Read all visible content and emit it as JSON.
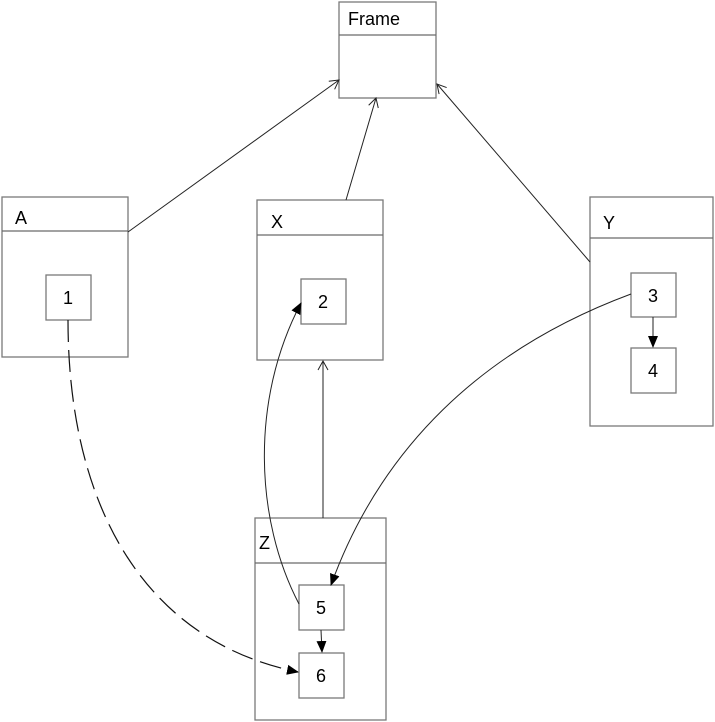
{
  "diagram": {
    "classes": [
      {
        "id": "frame",
        "title": "Frame"
      },
      {
        "id": "a",
        "title": "A"
      },
      {
        "id": "x",
        "title": "X"
      },
      {
        "id": "y",
        "title": "Y"
      },
      {
        "id": "z",
        "title": "Z"
      }
    ],
    "nodes": [
      {
        "id": "n1",
        "label": "1",
        "parent": "A"
      },
      {
        "id": "n2",
        "label": "2",
        "parent": "X"
      },
      {
        "id": "n3",
        "label": "3",
        "parent": "Y"
      },
      {
        "id": "n4",
        "label": "4",
        "parent": "Y"
      },
      {
        "id": "n5",
        "label": "5",
        "parent": "Z"
      },
      {
        "id": "n6",
        "label": "6",
        "parent": "Z"
      }
    ],
    "edges": [
      {
        "from": "A",
        "to": "Frame",
        "style": "inheritance"
      },
      {
        "from": "X",
        "to": "Frame",
        "style": "inheritance"
      },
      {
        "from": "Y",
        "to": "Frame",
        "style": "inheritance"
      },
      {
        "from": "Z",
        "to": "X",
        "style": "inheritance"
      },
      {
        "from": "3",
        "to": "4",
        "style": "solid-filled-arrow"
      },
      {
        "from": "5",
        "to": "6",
        "style": "solid-filled-arrow"
      },
      {
        "from": "5",
        "to": "2",
        "style": "curved-filled-arrow"
      },
      {
        "from": "3",
        "to": "5",
        "style": "curved-filled-arrow"
      },
      {
        "from": "1",
        "to": "6",
        "style": "dashed-filled-arrow"
      }
    ]
  }
}
